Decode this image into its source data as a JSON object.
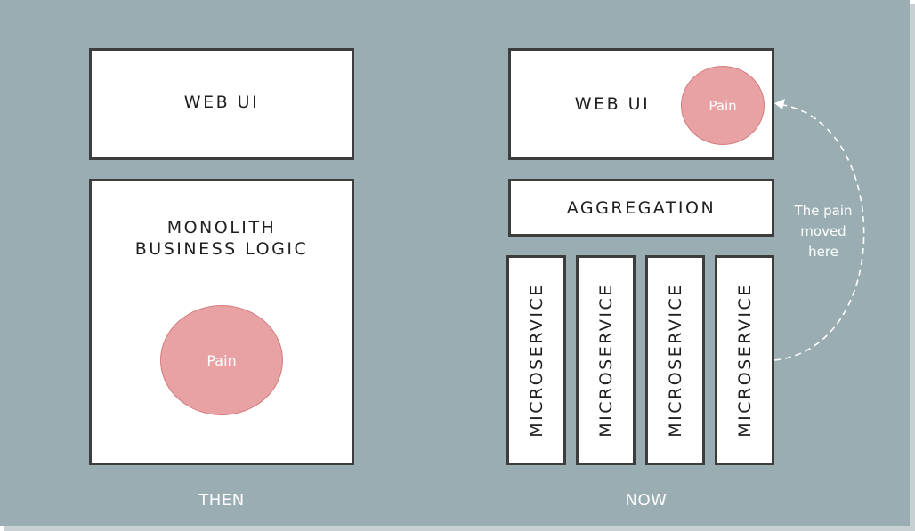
{
  "then": {
    "web_ui": "WEB UI",
    "monolith_line1": "MONOLITH",
    "monolith_line2": "BUSINESS LOGIC",
    "pain": "Pain",
    "caption": "THEN"
  },
  "now": {
    "web_ui": "WEB UI",
    "pain": "Pain",
    "aggregation": "AGGREGATION",
    "microservices": [
      "MICROSERVICE",
      "MICROSERVICE",
      "MICROSERVICE",
      "MICROSERVICE"
    ],
    "caption": "NOW",
    "note_line1": "The pain",
    "note_line2": "moved",
    "note_line3": "here"
  },
  "colors": {
    "background": "#9aadb3",
    "box_fill": "#ffffff",
    "box_border": "#3d3d3d",
    "pain_fill": "#e9a2a3"
  }
}
